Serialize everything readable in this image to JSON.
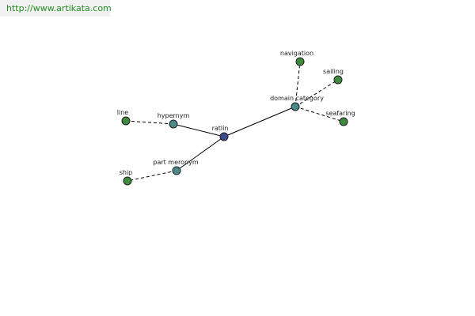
{
  "banner": {
    "url_text": "http://www.artikata.com"
  },
  "colors": {
    "center_node": "#3b4b8c",
    "relation_node": "#4c8a8a",
    "leaf_node": "#3f8a3f",
    "link": "#238a23"
  },
  "graph": {
    "nodes": {
      "ratlin": {
        "label": "ratlin",
        "kind": "center"
      },
      "hypernym": {
        "label": "hypernym",
        "kind": "relation"
      },
      "part_meronym": {
        "label": "part meronym",
        "kind": "relation"
      },
      "domain_category": {
        "label": "domain category",
        "kind": "relation"
      },
      "line": {
        "label": "line",
        "kind": "leaf"
      },
      "ship": {
        "label": "ship",
        "kind": "leaf"
      },
      "navigation": {
        "label": "navigation",
        "kind": "leaf"
      },
      "sailing": {
        "label": "sailing",
        "kind": "leaf"
      },
      "seafaring": {
        "label": "seafaring",
        "kind": "leaf"
      }
    },
    "edges": [
      {
        "from": "ratlin",
        "to": "hypernym",
        "style": "solid"
      },
      {
        "from": "ratlin",
        "to": "part_meronym",
        "style": "solid"
      },
      {
        "from": "ratlin",
        "to": "domain_category",
        "style": "solid"
      },
      {
        "from": "hypernym",
        "to": "line",
        "style": "dashed"
      },
      {
        "from": "part_meronym",
        "to": "ship",
        "style": "dashed"
      },
      {
        "from": "domain_category",
        "to": "navigation",
        "style": "dashed"
      },
      {
        "from": "domain_category",
        "to": "sailing",
        "style": "dashed"
      },
      {
        "from": "domain_category",
        "to": "seafaring",
        "style": "dashed"
      }
    ]
  }
}
